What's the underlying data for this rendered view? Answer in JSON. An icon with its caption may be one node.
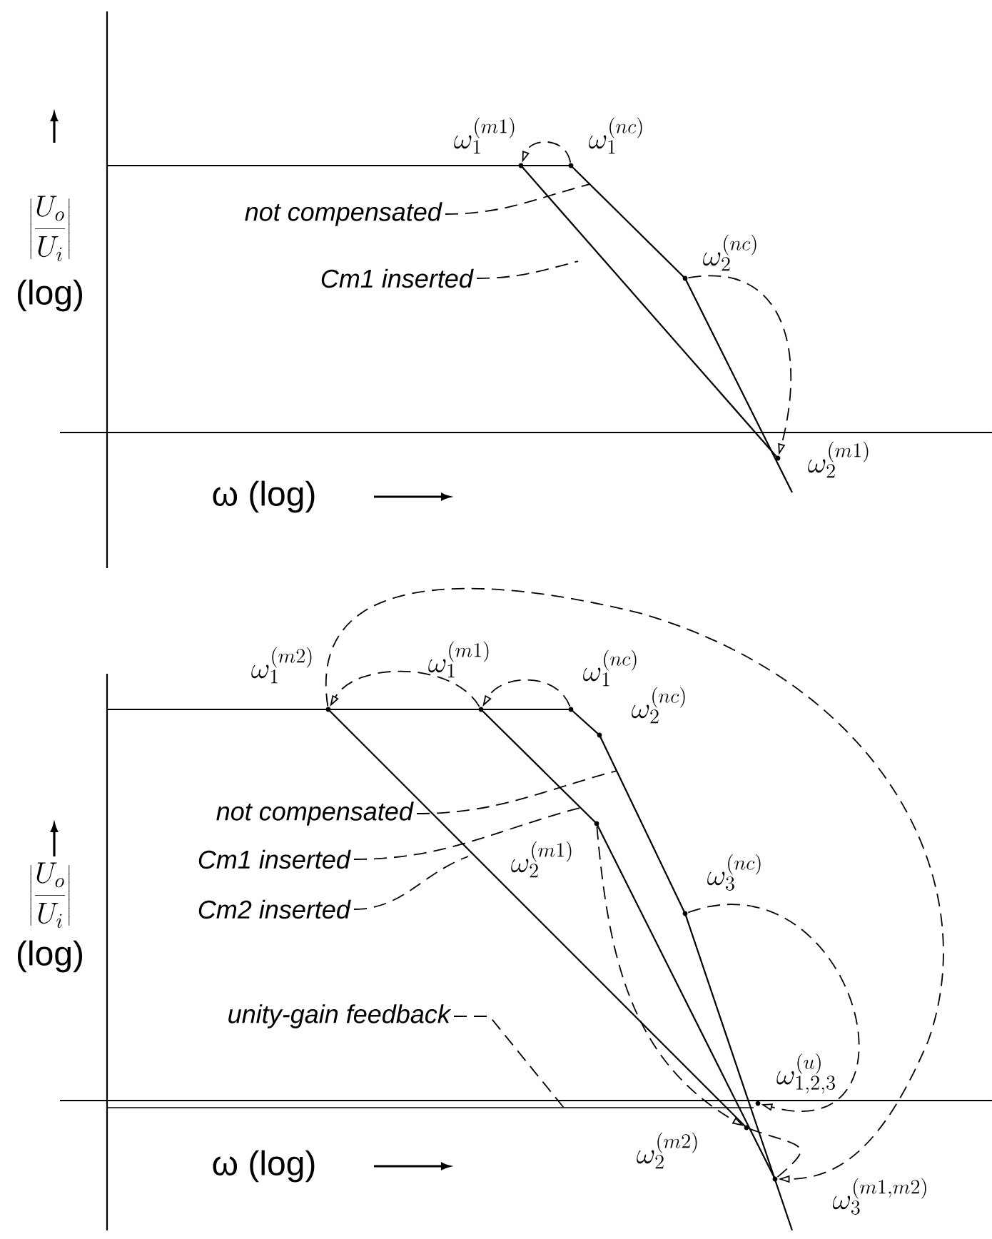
{
  "diagram": {
    "nodes": [
      {
        "text": [
          "not compensated"
        ]
      },
      {
        "text": [
          "Cm1 inserted"
        ]
      },
      {
        "text": [
          "\\omega_1^{(m1)}"
        ]
      },
      {
        "text": [
          "\\omega_1^{(nc)}"
        ]
      },
      {
        "text": [
          "\\omega_2^{(nc)}"
        ]
      },
      {
        "text": [
          "\\omega_2^{(m1)}"
        ]
      },
      {
        "text": [
          "\\omega_1^{(m2)}"
        ]
      },
      {
        "text": [
          "\\omega_1^{(m1)}"
        ]
      },
      {
        "text": [
          "\\omega_1^{(nc)}"
        ]
      },
      {
        "text": [
          "\\omega_2^{(nc)}"
        ]
      },
      {
        "text": [
          "not compensated"
        ]
      },
      {
        "text": [
          "Cm1 inserted"
        ]
      },
      {
        "text": [
          "\\omega_2^{(m1)}"
        ]
      },
      {
        "text": [
          "Cm2 inserted"
        ]
      },
      {
        "text": [
          "\\omega_3^{(nc)}"
        ]
      },
      {
        "text": [
          "unity-gain feedback"
        ]
      },
      {
        "text": [
          "\\omega_{1,2,3}^{(u)}"
        ]
      },
      {
        "text": [
          "\\omega_2^{(m2)}"
        ]
      },
      {
        "text": [
          "\\omega_3^{(m1,m2)}"
        ]
      }
    ],
    "edges": [
      {
        "from": 0,
        "to": null,
        "arrow": "none"
      },
      {
        "from": 1,
        "to": null,
        "arrow": "none"
      },
      {
        "from": 3,
        "to": 2,
        "arrow": "to"
      },
      {
        "from": 4,
        "to": 5,
        "arrow": "to"
      },
      {
        "from": 10,
        "to": null,
        "arrow": "none"
      },
      {
        "from": 11,
        "to": null,
        "arrow": "none"
      },
      {
        "from": 13,
        "to": null,
        "arrow": "none"
      },
      {
        "from": 15,
        "to": null,
        "arrow": "none"
      },
      {
        "from": 8,
        "to": 7,
        "arrow": "to"
      },
      {
        "from": 7,
        "to": 6,
        "arrow": "to"
      },
      {
        "from": 6,
        "to": 18,
        "arrow": "to"
      },
      {
        "from": 12,
        "to": 17,
        "arrow": "to"
      },
      {
        "from": 14,
        "to": 16,
        "arrow": "to"
      },
      {
        "from": 17,
        "to": 18,
        "arrow": "none"
      }
    ],
    "labels": [
      "\\left|\\frac{U_o}{U_i}\\right|",
      "(log)",
      "ω (log)",
      "\\left|\\frac{U_o}{U_i}\\right|",
      "(log)",
      "ω (log)"
    ]
  }
}
